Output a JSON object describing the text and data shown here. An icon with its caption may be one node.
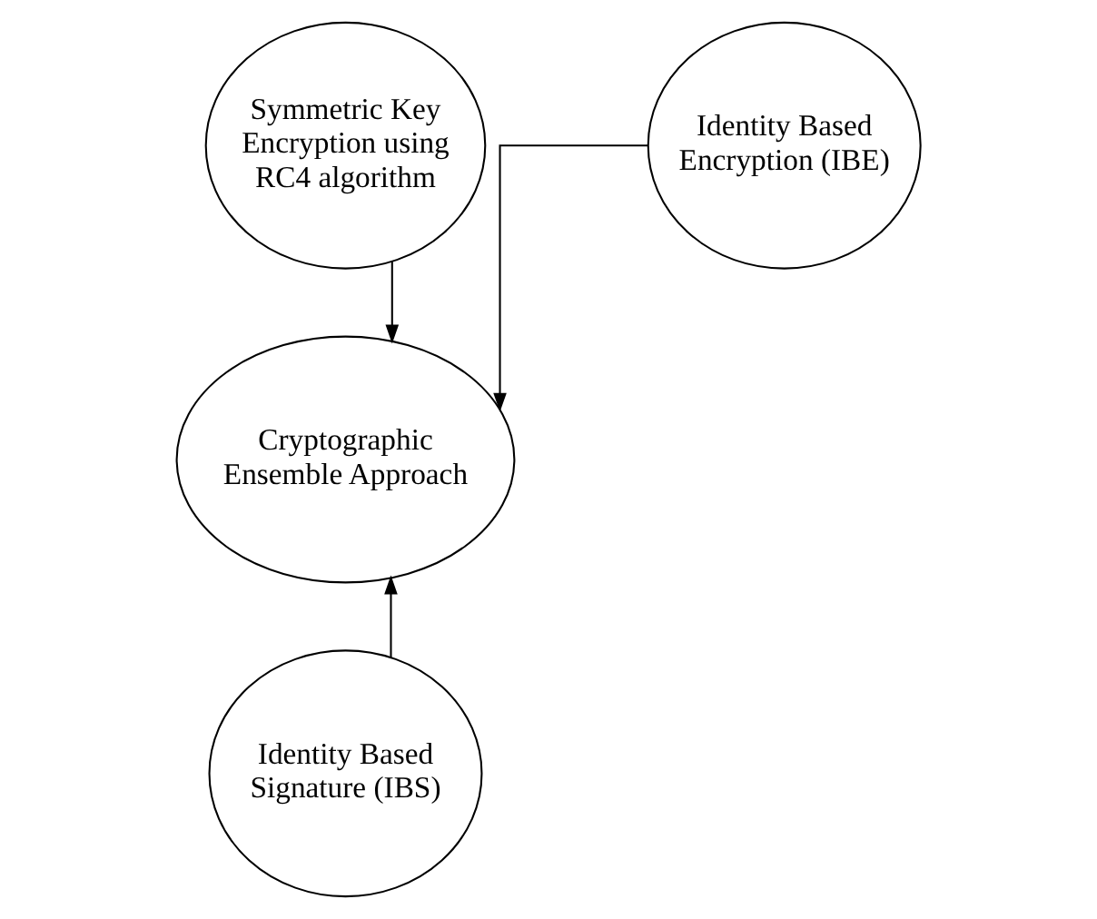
{
  "diagram": {
    "nodes": [
      {
        "text": [
          "Symmetric Key Encryption using RC4 algorithm"
        ]
      },
      {
        "text": [
          "Identity Based Encryption (IBE)"
        ]
      },
      {
        "text": [
          "Cryptographic Ensemble Approach"
        ]
      },
      {
        "text": [
          "Identity Based Signature (IBS)"
        ]
      }
    ],
    "edges": [
      {
        "from": 0,
        "to": 2,
        "arrow": "to"
      },
      {
        "from": 1,
        "to": 2,
        "arrow": "to"
      },
      {
        "from": 3,
        "to": 2,
        "arrow": "to"
      }
    ]
  }
}
